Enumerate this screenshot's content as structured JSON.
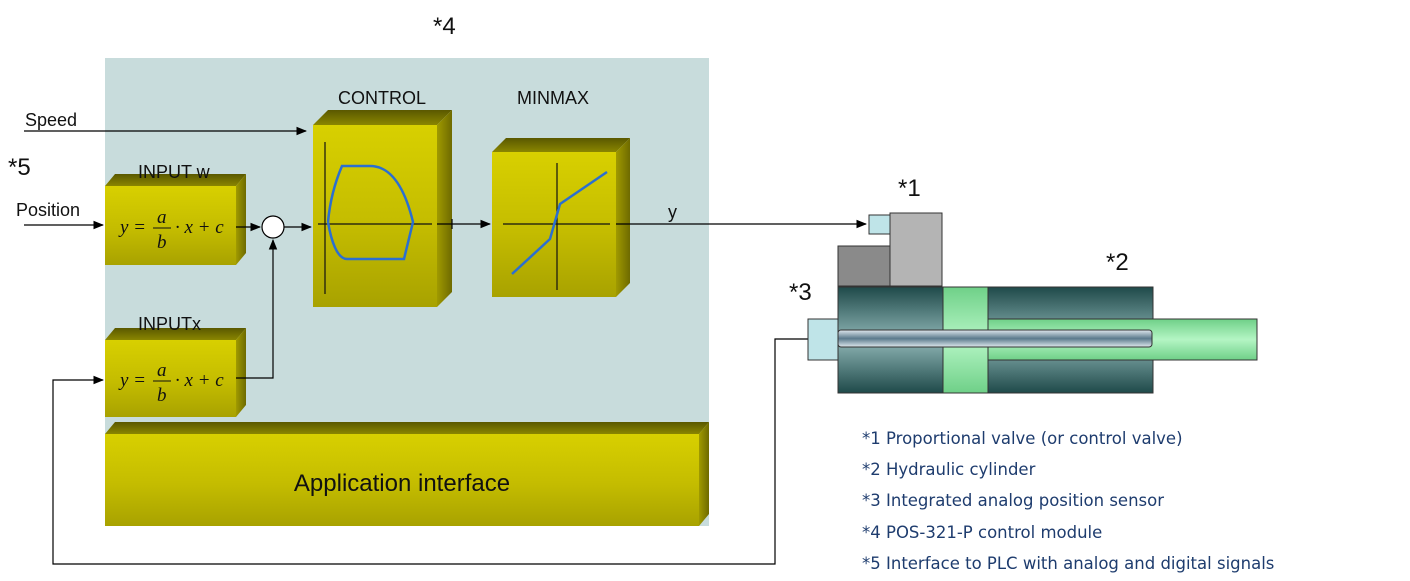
{
  "module": {
    "label": "*4",
    "interface_label": "Application interface"
  },
  "inputs": {
    "speed_label": "Speed",
    "position_label": "Position",
    "marker": "*5"
  },
  "blocks": {
    "input_w_title": "INPUT w",
    "input_x_title": "INPUTx",
    "control_title": "CONTROL",
    "minmax_title": "MINMAX",
    "output_label": "y"
  },
  "equation": {
    "lhs": "y =",
    "numerator": "a",
    "denominator": "b",
    "rhs": "· x + c"
  },
  "hardware": {
    "valve_marker": "*1",
    "cylinder_marker": "*2",
    "sensor_marker": "*3"
  },
  "legend": [
    "*1 Proportional valve (or control valve)",
    "*2 Hydraulic cylinder",
    "*3 Integrated analog position sensor",
    "*4 POS-321-P control module",
    "*5 Interface to PLC with analog and digital signals"
  ],
  "colors": {
    "module_bg": "#c8dcdc",
    "block_face": "#c8c000",
    "curve": "#2b6fd0",
    "legend_text": "#1e3c6e",
    "piston_green": "#90e8a8",
    "cylinder_body": "#3f6f6f"
  }
}
